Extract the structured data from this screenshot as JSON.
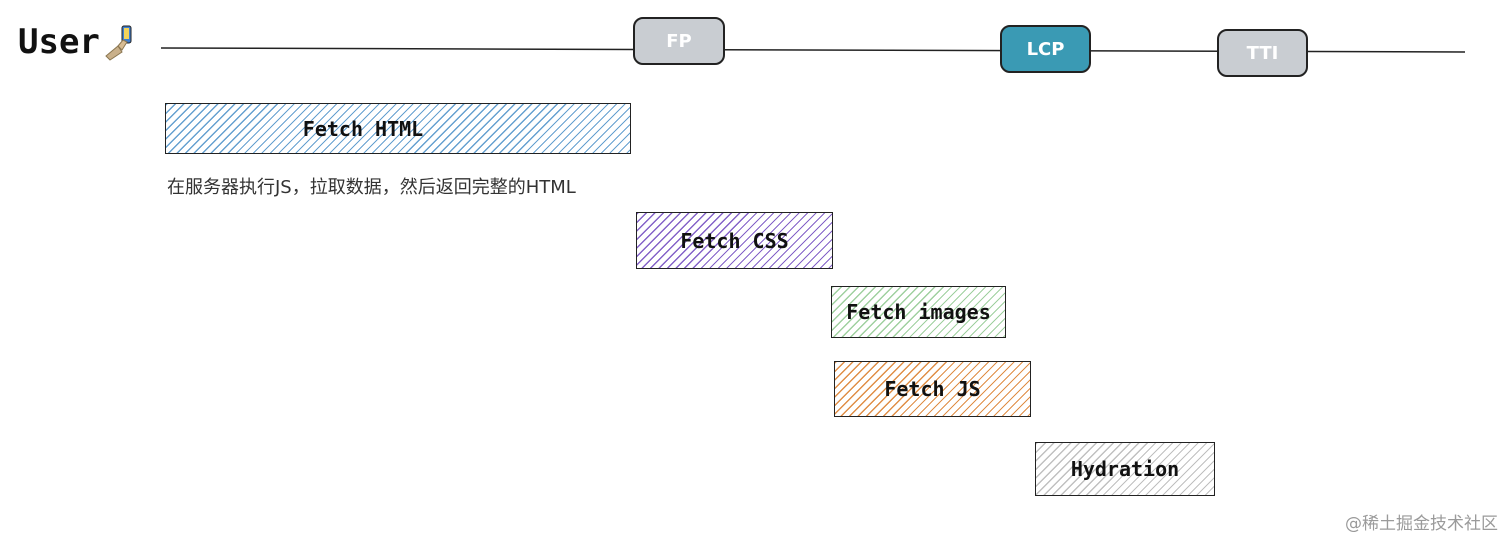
{
  "user": {
    "label": "User",
    "icon": "mobile-phone-hand-icon"
  },
  "milestones": {
    "fp": {
      "label": "FP",
      "color": "#c9cdd2"
    },
    "lcp": {
      "label": "LCP",
      "color": "#3a9ab4"
    },
    "tti": {
      "label": "TTI",
      "color": "#c9cdd2"
    }
  },
  "tasks": {
    "fetch_html": {
      "label": "Fetch HTML",
      "color": "#4a90c8"
    },
    "fetch_css": {
      "label": "Fetch CSS",
      "color": "#6e46be"
    },
    "fetch_images": {
      "label": "Fetch images",
      "color": "#50aa50"
    },
    "fetch_js": {
      "label": "Fetch JS",
      "color": "#dc8232"
    },
    "hydration": {
      "label": "Hydration",
      "color": "#969696"
    }
  },
  "caption": "在服务器执行JS，拉取数据，然后返回完整的HTML",
  "watermark": "@稀土掘金技术社区"
}
